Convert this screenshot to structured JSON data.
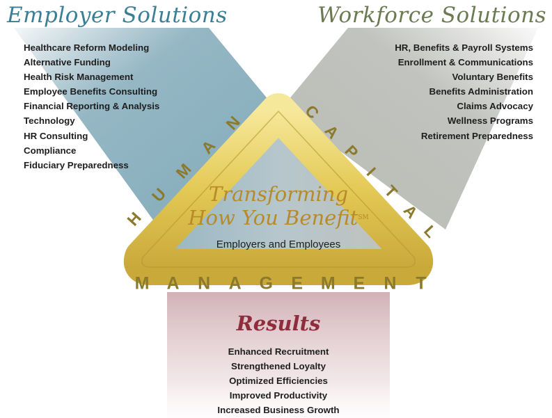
{
  "employer": {
    "heading": "Employer Solutions",
    "items": [
      "Healthcare Reform Modeling",
      "Alternative Funding",
      "Health Risk Management",
      "Employee Benefits Consulting",
      "Financial Reporting & Analysis",
      "Technology",
      "HR Consulting",
      "Compliance",
      "Fiduciary Preparedness"
    ]
  },
  "workforce": {
    "heading": "Workforce Solutions",
    "items": [
      "HR, Benefits & Payroll Systems",
      "Enrollment & Communications",
      "Voluntary Benefits",
      "Benefits Administration",
      "Claims Advocacy",
      "Wellness Programs",
      "Retirement Preparedness"
    ]
  },
  "triangle": {
    "left_word": [
      "H",
      "U",
      "M",
      "A",
      "N"
    ],
    "right_word": [
      "C",
      "A",
      "P",
      "I",
      "T",
      "A",
      "L"
    ],
    "bottom_word": [
      "M",
      "A",
      "N",
      "A",
      "G",
      "E",
      "M",
      "E",
      "N",
      "T"
    ]
  },
  "center": {
    "line1": "Transforming",
    "line2": "How You Benefit",
    "trademark": "SM",
    "subtitle": "Employers and Employees"
  },
  "results": {
    "heading": "Results",
    "items": [
      "Enhanced Recruitment",
      "Strengthened Loyalty",
      "Optimized Efficiencies",
      "Improved Productivity",
      "Increased Business Growth"
    ]
  },
  "colors": {
    "employer_blue": "#3b7f95",
    "workforce_olive": "#6b7a52",
    "results_maroon": "#8f2d3c",
    "gold": "#e6cd62"
  }
}
